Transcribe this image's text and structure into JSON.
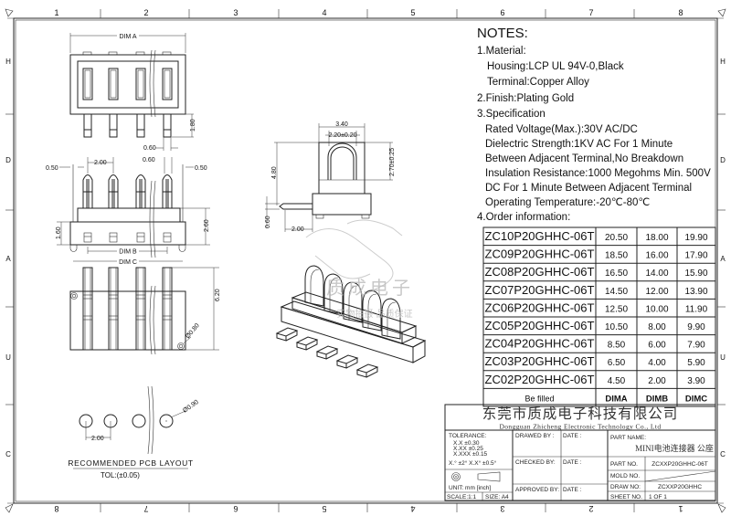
{
  "border": {
    "columns_top": [
      "1",
      "2",
      "3",
      "4",
      "5",
      "6",
      "7",
      "8"
    ],
    "columns_bottom": [
      "8",
      "7",
      "6",
      "5",
      "4",
      "3",
      "2",
      "1"
    ],
    "rows": [
      "H",
      "D",
      "A",
      "U",
      "C"
    ]
  },
  "dims": {
    "dim_a": "DIM A",
    "top_pin_length": "1.80",
    "top_pin_width": "0.60",
    "pitch": "2.00",
    "edge_left": "0.50",
    "pin_width": "0.60",
    "edge_right": "0.50",
    "body_height": "2.60",
    "foot_height": "1.60",
    "dim_b": "DIM B",
    "dim_c": "DIM C",
    "bottom_depth": "6.20",
    "post_dia": "Ø0.80",
    "pcb_pitch": "2.00",
    "pcb_hole": "Ø0.90",
    "side_width": "3.40",
    "side_opening": "2.20±0.20",
    "side_height": "4.80",
    "side_terminal_height": "2.70±0.25",
    "side_pin": "0.60",
    "side_pitch": "2.00"
  },
  "pcb_layout": {
    "title": "RECOMMENDED PCB LAYOUT",
    "tolerance": "TOL:(±0.05)"
  },
  "watermark": {
    "line1": "质成电子",
    "line2": "实物拍摄 品质保证"
  },
  "notes": {
    "title": "NOTES:",
    "lines": [
      "1.Material:",
      "Housing:LCP UL 94V-0,Black",
      "Terminal:Copper Alloy",
      "2.Finish:Plating Gold",
      "3.Specification",
      "Rated Voltage(Max.):30V AC/DC",
      "Dielectric Strength:1KV AC For 1 Minute",
      "Between Adjacent Terminal,No Breakdown",
      "Insulation Resistance:1000 Megohms Min. 500V",
      "DC For 1 Minute Between Adjacent Terminal",
      "Operating Temperature:-20℃-80℃",
      "4.Order information:"
    ]
  },
  "order_table": {
    "rows": [
      [
        "ZC10P20GHHC-06T",
        "20.50",
        "18.00",
        "19.90"
      ],
      [
        "ZC09P20GHHC-06T",
        "18.50",
        "16.00",
        "17.90"
      ],
      [
        "ZC08P20GHHC-06T",
        "16.50",
        "14.00",
        "15.90"
      ],
      [
        "ZC07P20GHHC-06T",
        "14.50",
        "12.00",
        "13.90"
      ],
      [
        "ZC06P20GHHC-06T",
        "12.50",
        "10.00",
        "11.90"
      ],
      [
        "ZC05P20GHHC-06T",
        "10.50",
        "8.00",
        "9.90"
      ],
      [
        "ZC04P20GHHC-06T",
        "8.50",
        "6.00",
        "7.90"
      ],
      [
        "ZC03P20GHHC-06T",
        "6.50",
        "4.00",
        "5.90"
      ],
      [
        "ZC02P20GHHC-06T",
        "4.50",
        "2.00",
        "3.90"
      ]
    ],
    "footer": [
      "Be filled",
      "DIMA",
      "DIMB",
      "DIMC"
    ]
  },
  "title_block": {
    "company_cn": "东莞市质成电子科技有限公司",
    "company_en": "Dongguan Zhicheng Electronic Technology Co., Ltd",
    "tolerance_label": "TOLERANCE:",
    "tol_lines": [
      "X.X    ±0.30",
      "X.XX   ±0.25",
      "X.XXX  ±0.15"
    ],
    "tol_angle": "X.° ±2°     X.X° ±0.5°",
    "unit": "UNIT: mm [inch]",
    "scale": "SCALE:1:1",
    "size": "SIZE: A4",
    "drawed_by": "DRAWED BY :",
    "checked_by": "CHECKED BY:",
    "approved_by": "APPROVED BY:",
    "date": "DATE :",
    "part_name_label": "PART NAME:",
    "part_name": "MINI电池连接器 公座",
    "part_no_label": "PART NO.",
    "part_no": "ZCXXP20GHHC-06T",
    "mold_no_label": "MOLD NO.",
    "draw_no_label": "DRAW NO:",
    "draw_no": "ZCXXP20GHHC",
    "sheet_no_label": "SHEET NO.",
    "sheet_no": "1 OF 1"
  }
}
